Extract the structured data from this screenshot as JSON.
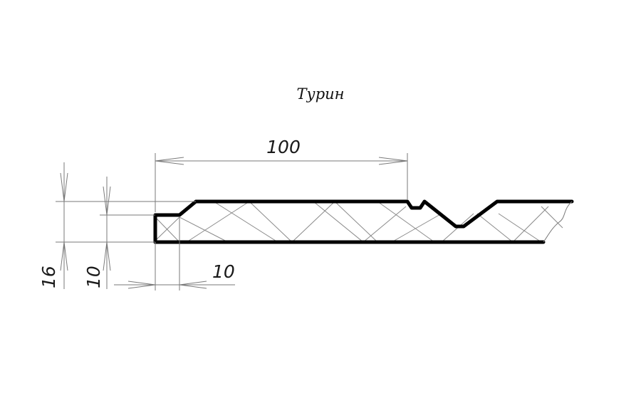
{
  "title": "Турин",
  "dimensions": {
    "width_label": "100",
    "height_total_label": "16",
    "height_edge_label": "10",
    "edge_width_label": "10"
  },
  "colors": {
    "outline": "#000000",
    "thin_lines": "#7a7a7a",
    "hatch": "#8a8a8a"
  }
}
